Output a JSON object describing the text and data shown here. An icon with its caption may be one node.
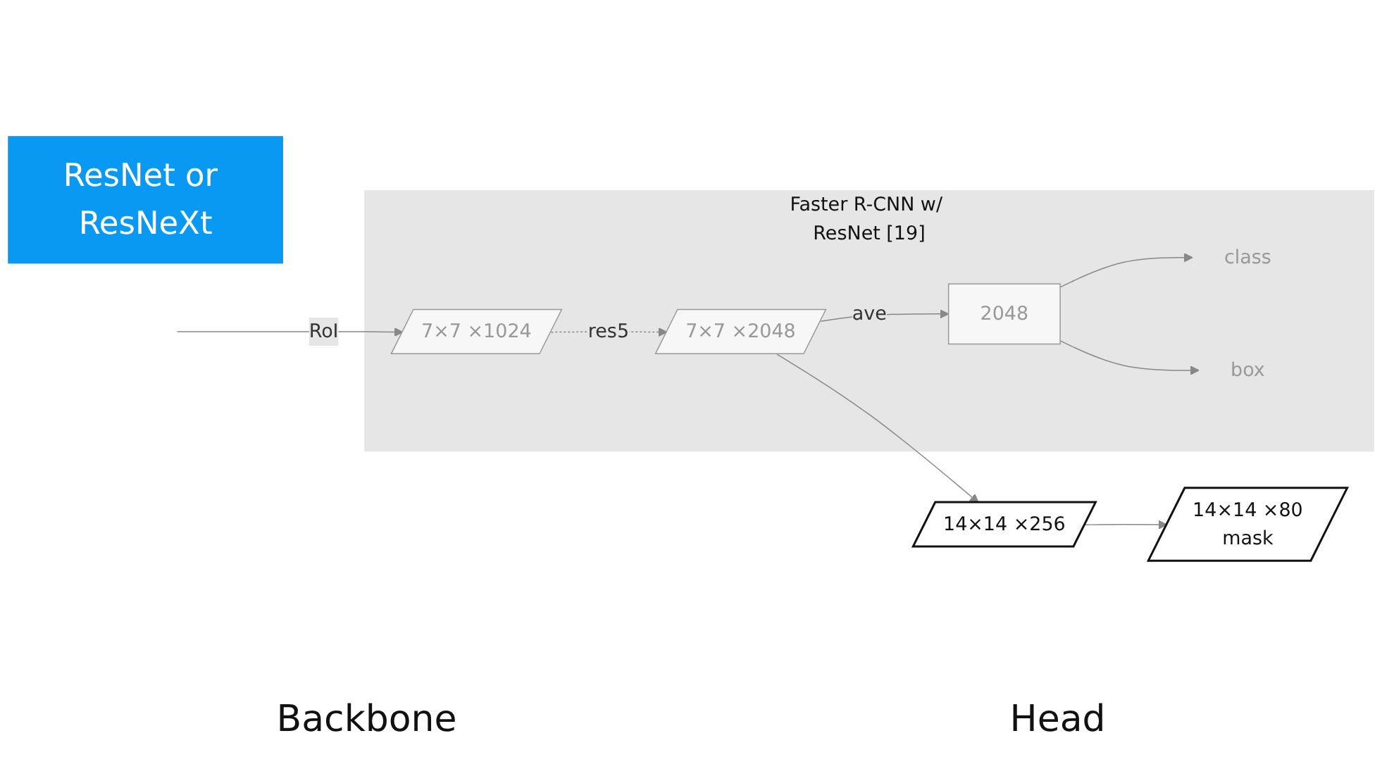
{
  "diagram": {
    "nodes": [
      {
        "text": [
          "ResNet or ResNeXt"
        ]
      },
      {
        "text": [
          "Faster R-CNN w/ ResNet [19]"
        ]
      },
      {
        "text": [
          "7×7 ×1024"
        ],
        "in": 1
      },
      {
        "text": [
          "7×7 ×2048"
        ],
        "in": 1
      },
      {
        "text": [
          "2048"
        ],
        "in": 1
      },
      {
        "text": [
          "class"
        ],
        "in": 1
      },
      {
        "text": [
          "box"
        ],
        "in": 1
      },
      {
        "text": [
          "14×14 ×256"
        ]
      },
      {
        "text": [
          "14×14 ×80",
          "mask"
        ]
      }
    ],
    "edges": [
      {
        "from": null,
        "to": 2,
        "arrow": "to",
        "label": "RoI"
      },
      {
        "from": 2,
        "to": 3,
        "arrow": "to",
        "label": "res5",
        "style": "dashed"
      },
      {
        "from": 3,
        "to": 4,
        "arrow": "to",
        "label": "ave"
      },
      {
        "from": 4,
        "to": 5,
        "arrow": "to"
      },
      {
        "from": 4,
        "to": 6,
        "arrow": "to"
      },
      {
        "from": 3,
        "to": 7,
        "arrow": "to"
      },
      {
        "from": 7,
        "to": 8,
        "arrow": "to"
      }
    ],
    "labels": [
      "Backbone",
      "Head"
    ]
  }
}
